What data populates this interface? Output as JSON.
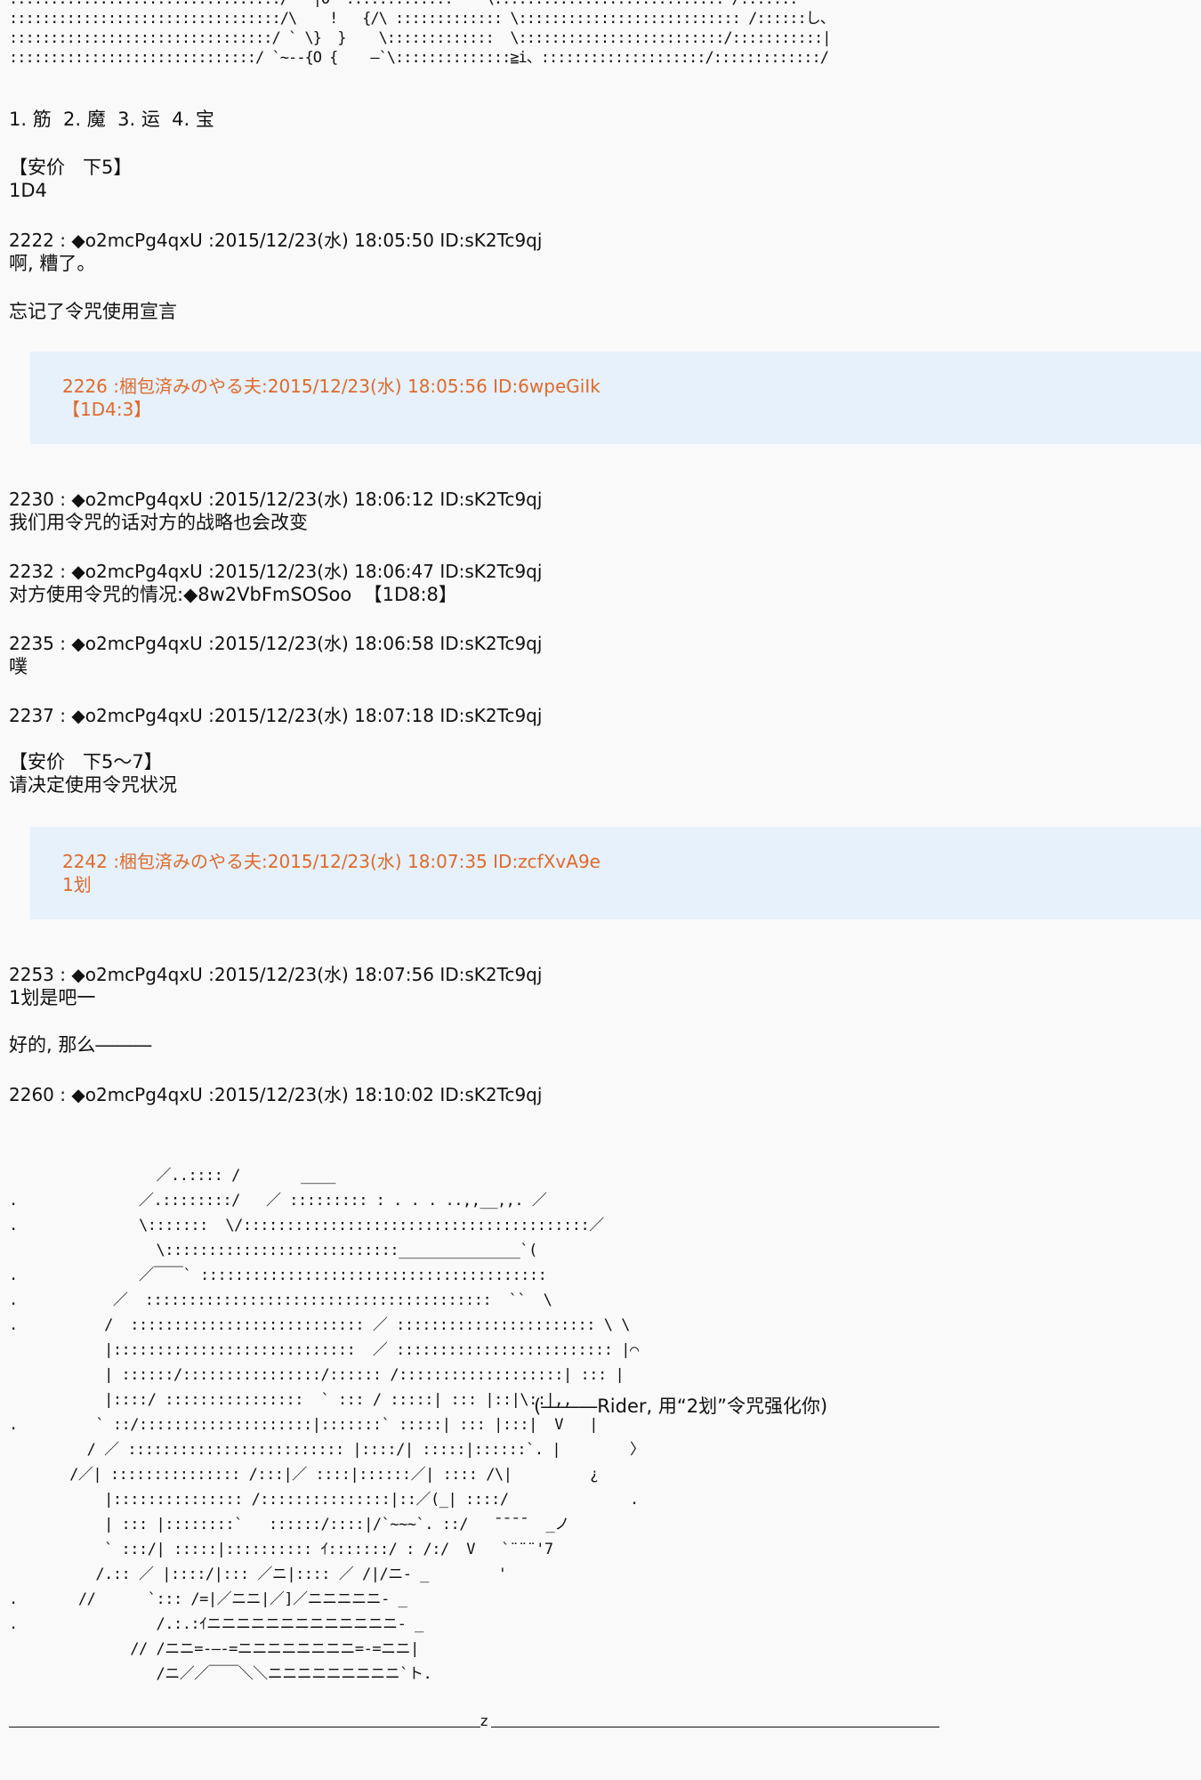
{
  "ascii_art_top": ":::::::::::::::::::::::::::::::::/   |O ':::::::::::::    \\:::::::::::::::::::::::::::: /:::::::\n:::::::::::::::::::::::::::::::::/\\    !   {/\\ ::::::::::::: \\::::::::::::::::::::::::::: /::::::し、\n::::::::::::::::::::::::::::::::/ ` \\}  }    \\:::::::::::::  \\:::::::::::::::::::::::::/:::::::::::|\n::::::::::::::::::::::::::::::/ `~--{O {    ―`\\::::::::::::::≧i、::::::::::::::::::::/:::::::::::::/",
  "lines": [
    {
      "id": "l1",
      "text": "1. 筋  2. 魔  3. 运  4. 宝"
    },
    {
      "id": "l2",
      "text": "【安价   下5】"
    },
    {
      "id": "l3",
      "text": "1D4"
    },
    {
      "id": "h2222",
      "text": "2222 : ◆o2mcPg4qxU :2015/12/23(水) 18:05:50 ID:sK2Tc9qj"
    },
    {
      "id": "l4",
      "text": "啊, 糟了。"
    },
    {
      "id": "l5",
      "text": "忘记了令咒使用宣言"
    },
    {
      "id": "h2230",
      "text": "2230 : ◆o2mcPg4qxU :2015/12/23(水) 18:06:12 ID:sK2Tc9qj"
    },
    {
      "id": "l6",
      "text": "我们用令咒的话对方的战略也会改变"
    },
    {
      "id": "h2232",
      "text": "2232 : ◆o2mcPg4qxU :2015/12/23(水) 18:06:47 ID:sK2Tc9qj"
    },
    {
      "id": "l7",
      "text": "对方使用令咒的情况:◆8w2VbFmSOSoo  【1D8:8】"
    },
    {
      "id": "h2235",
      "text": "2235 : ◆o2mcPg4qxU :2015/12/23(水) 18:06:58 ID:sK2Tc9qj"
    },
    {
      "id": "l8",
      "text": "噗"
    },
    {
      "id": "h2237",
      "text": "2237 : ◆o2mcPg4qxU :2015/12/23(水) 18:07:18 ID:sK2Tc9qj"
    },
    {
      "id": "l9",
      "text": "【安价   下5～7】"
    },
    {
      "id": "l10",
      "text": "请决定使用令咒状况"
    },
    {
      "id": "h2253",
      "text": "2253 : ◆o2mcPg4qxU :2015/12/23(水) 18:07:56 ID:sK2Tc9qj"
    },
    {
      "id": "l11",
      "text": "1划是吧一"
    },
    {
      "id": "l12",
      "text": "好的, 那么―――"
    },
    {
      "id": "h2260",
      "text": "2260 : ◆o2mcPg4qxU :2015/12/23(水) 18:10:02 ID:sK2Tc9qj"
    }
  ],
  "quotes": [
    {
      "header": "2226 :梱包済みのやる夫:2015/12/23(水) 18:05:56 ID:6wpeGiIk",
      "body": "【1D4:3】"
    },
    {
      "header": "2242 :梱包済みのやる夫:2015/12/23(水) 18:07:35 ID:zcfXvA9e",
      "body": "1划"
    }
  ],
  "ascii_art_big": "                 ／..:::: /       ____\n.              ／.::::::::/   ／ ::::::::: : . . . ..,,__,,. ／\n.              \\:::::::  \\/::::::::::::::::::::::::::::::::::::::::／\n                 \\:::::::::::::::::::::::::::______________`(\n.              ／￣￣` ::::::::::::::::::::::::::::::::::::::::\n.           ／  ::::::::::::::::::::::::::::::::::::::::  ``  \\\n.          /  ::::::::::::::::::::::::::: ／ ::::::::::::::::::::::: \\ \\\n           |::::::::::::::::::::::::::::  ／ ::::::::::::::::::::::::: |⌒\n           | ::::::/::::::::::::::::/:::::: /:::::::::::::::::::| ::: |\n           |::::/ ::::::::::::::::  ` ::: / :::::| ::: |::|\\::|,,\n.         ` ::/::::::::::::::::::::|:::::::` :::::| ::: |:::|  V   |\n         / ／ ::::::::::::::::::::::::: |::::/| :::::|::::::`. |        〉\n       /／| ::::::::::::::: /:::|／ ::::|::::::／| :::: /\\|         ¿\n           |::::::::::::::: /:::::::::::::::|::／(_| ::::/              .\n           | ::: |::::::::`   ::::::/::::|/`~~~`. ::/   ¯¯¯¯  _ノ\n           ` :::/| :::::|:::::::::: ｲ:::::::/ : /:/  V   `¨¨¨'7\n          /.:: ／ |::::/|::: ／ニ|:::: ／ /|/ニ- _        '\n.       //      `::: /=|／ニニ|／]／ニニニニニ- _\n.                /.:.:ｲニニニニニニニニニニニニニ- _\n              // /ニニ=-―-=ニニニニニニニニ=-=ニニ|\n                 /ニ／／￣￣＼＼ニニニニニニニニニ`ト.",
  "caption": "(―――Rider, 用“2划”令咒强化你)",
  "divider_mark": "z"
}
